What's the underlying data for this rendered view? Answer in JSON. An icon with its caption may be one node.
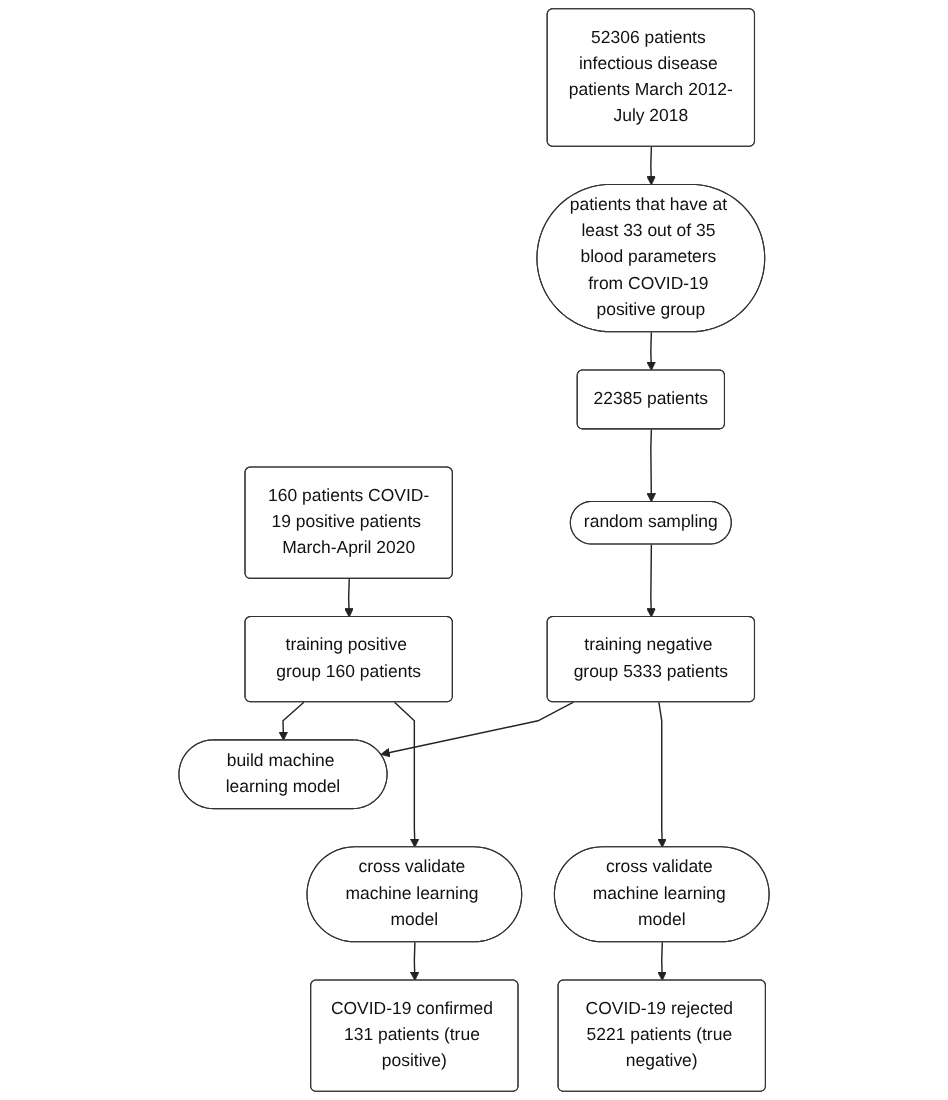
{
  "diagram": {
    "nodes": [
      {
        "text": [
          "160 patients COVID-19 positive patients March-April 2020"
        ]
      },
      {
        "text": [
          "52306 patients infectious disease patients March 2012-July 2018"
        ]
      },
      {
        "text": [
          "patients that have at least 33 out of 35 blood parameters from COVID-19 positive group"
        ]
      },
      {
        "text": [
          "22385 patients"
        ]
      },
      {
        "text": [
          "random sampling"
        ]
      },
      {
        "text": [
          "training positive group 160 patients"
        ]
      },
      {
        "text": [
          "build machine learning model"
        ]
      },
      {
        "text": [
          "training negative group 5333 patients"
        ]
      },
      {
        "text": [
          "cross validate machine learning model"
        ]
      },
      {
        "text": [
          "cross validate machine learning model"
        ]
      },
      {
        "text": [
          "COVID-19 confirmed 131 patients (true positive)"
        ]
      },
      {
        "text": [
          "COVID-19 rejected 5221 patients (true negative)"
        ]
      }
    ],
    "edges": [
      {
        "from": 0,
        "to": 5,
        "arrow": "to"
      },
      {
        "from": 1,
        "to": 2,
        "arrow": "to"
      },
      {
        "from": 2,
        "to": 3,
        "arrow": "to"
      },
      {
        "from": 3,
        "to": 4,
        "arrow": "to"
      },
      {
        "from": 4,
        "to": 7,
        "arrow": "to"
      },
      {
        "from": 5,
        "to": 6,
        "arrow": "to"
      },
      {
        "from": 7,
        "to": 6,
        "arrow": "to"
      },
      {
        "from": 5,
        "to": 8,
        "arrow": "to"
      },
      {
        "from": 8,
        "to": 10,
        "arrow": "to"
      },
      {
        "from": 7,
        "to": 9,
        "arrow": "to"
      },
      {
        "from": 9,
        "to": 11,
        "arrow": "to"
      }
    ]
  }
}
